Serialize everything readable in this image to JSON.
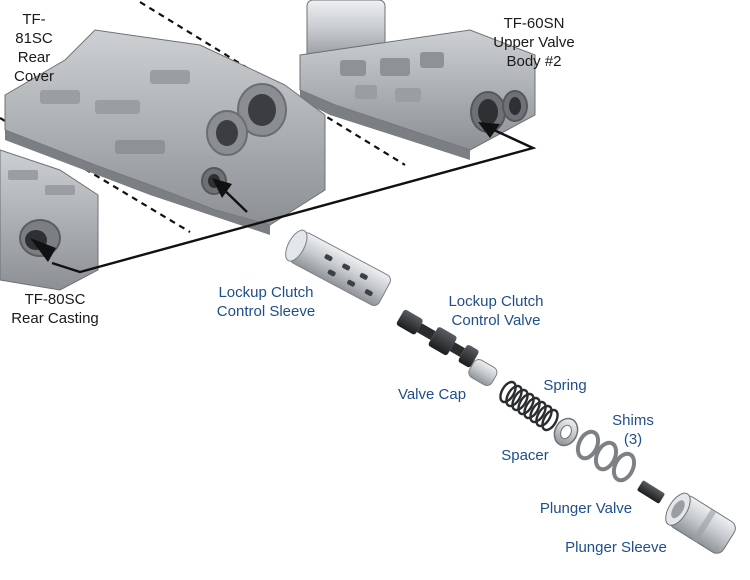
{
  "colors": {
    "casting_dark": "#7b7f84",
    "casting_mid": "#a4a8ac",
    "casting_light": "#cdd0d3",
    "metal_light": "#d9dcdf",
    "part_dark": "#2a2c2f",
    "label_blue": "#1f4e8c",
    "label_dark": "#1a1a1a"
  },
  "labels": {
    "rear_cover": "TF-81SC\nRear\nCover",
    "upper_valve_body": "TF-60SN\nUpper Valve\nBody #2",
    "rear_casting": "TF-80SC\nRear Casting",
    "lockup_sleeve": "Lockup Clutch\nControl Sleeve",
    "lockup_valve": "Lockup Clutch\nControl Valve",
    "valve_cap": "Valve Cap",
    "spring": "Spring",
    "shims": "Shims\n(3)",
    "spacer": "Spacer",
    "plunger_valve": "Plunger Valve",
    "plunger_sleeve": "Plunger Sleeve"
  }
}
